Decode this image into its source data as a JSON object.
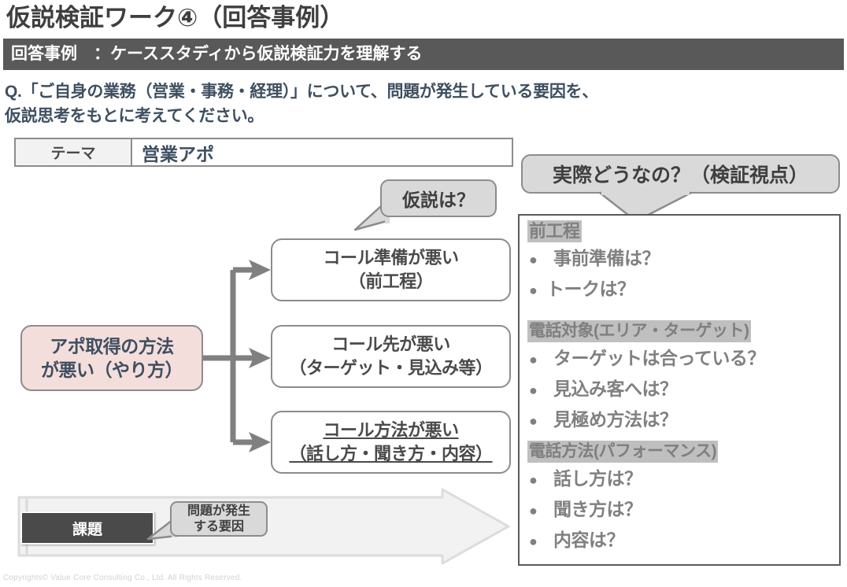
{
  "slide": {
    "title": "仮説検証ワーク④（回答事例）",
    "band_label": "回答事例　：ケーススタディから仮説検証力を理解する",
    "question_line1": "Q.「ご自身の業務（営業・事務・経理）」について、問題が発生している要因を、",
    "question_line2": "仮説思考をもとに考えてください。"
  },
  "theme": {
    "label": "テーマ",
    "value": "営業アポ"
  },
  "callouts": {
    "hypothesis": "仮説は？",
    "verification": "実際どうなの？（検証視点）",
    "issue_line1": "問題が発生",
    "issue_line2": "する要因"
  },
  "cause": {
    "line1": "アポ取得の方法",
    "line2": "が悪い（やり方）"
  },
  "hypotheses": [
    {
      "line1": "コール準備が悪い",
      "line2": "（前工程）",
      "underline": false
    },
    {
      "line1": "コール先が悪い",
      "line2": "（ターゲット・見込み等）",
      "underline": false
    },
    {
      "line1": "コール方法が悪い",
      "line2": "（話し方・聞き方・内容）",
      "underline": true
    }
  ],
  "detail_groups": [
    {
      "heading": "前工程",
      "items": [
        "事前準備は？",
        "トークは？"
      ]
    },
    {
      "heading": "電話対象(エリア・ターゲット)",
      "items": [
        "ターゲットは合っている？",
        "見込み客へは？",
        "見極め方法は？"
      ]
    },
    {
      "heading": "電話方法(パフォーマンス)",
      "items": [
        "話し方は？",
        "聞き方は？",
        "内容は？"
      ]
    }
  ],
  "bottom": {
    "issue_label": "課題"
  },
  "footer": {
    "copyright": "Copyrights© Value Core Consulting Co., Ltd.  All Rights Reserved."
  },
  "colors": {
    "band": "#595959",
    "callout_fill": "#d9d9d9",
    "cause_fill": "#f4dedb",
    "question_text": "#3e4f60",
    "detail_text": "#808080",
    "heading_highlight": "#bfbfbf",
    "arrow_fill": "#f2f2f2",
    "issue_box": "#4a4a4a"
  }
}
